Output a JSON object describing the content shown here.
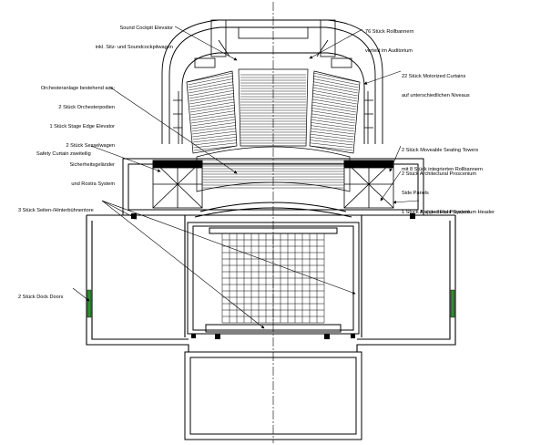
{
  "drawing": {
    "line_color": "#000000",
    "door_color": "#2f8f2f",
    "annotations": {
      "sound_cockpit": [
        "Sound Cockpit Elevator",
        "inkl. Sitz- und Soundcockpitwagen"
      ],
      "rollbanner": [
        "76 Stück Rollbannern",
        "verteilt im Auditorium"
      ],
      "orchestra": [
        "Orchesteranlage bestehend aus:",
        "2 Stück Orchesterpodien",
        "1 Stück Stage Edge Elevator",
        "2 Stück Sesselwagen",
        "Sicherheitsgeländer",
        "und Rostra System"
      ],
      "curtains": [
        "22 Stück Motorized Curtains",
        "auf unterschiedlichen Niveaus"
      ],
      "safety_curtain": [
        "Safety Curtain zweiteilig"
      ],
      "seating_towers": [
        "2 Stück Moveable Seating Towers",
        "mit 8 Stück integrierten Rollbannern"
      ],
      "proscenium": [
        "2 Stück Architectural Proscenium",
        "Side Panels",
        "1 Stück Architectural Proscenium Header"
      ],
      "trapped_floor": [
        "Trapped Floor System"
      ],
      "side_doors": [
        "3 Stück Seiten-/Hinterbühnentore"
      ],
      "dock_doors": [
        "2 Stück Dock Doors"
      ]
    }
  }
}
